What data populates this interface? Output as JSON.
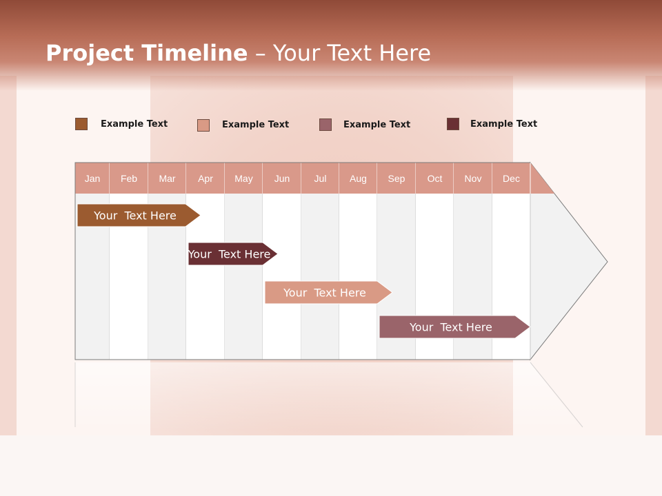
{
  "title": {
    "bold": "Project Timeline",
    "rest": " – Your Text Here"
  },
  "legend": [
    {
      "label": "Example Text",
      "color": "#9b5b30"
    },
    {
      "label": "Example Text",
      "color": "#d99a85"
    },
    {
      "label": "Example Text",
      "color": "#9a646a"
    },
    {
      "label": "Example Text",
      "color": "#6a3034"
    }
  ],
  "months": [
    "Jan",
    "Feb",
    "Mar",
    "Apr",
    "May",
    "Jun",
    "Jul",
    "Aug",
    "Sep",
    "Oct",
    "Nov",
    "Dec"
  ],
  "bars": [
    {
      "label": "Your  Text Here",
      "color": "#9b5b30",
      "start_month": "Jan",
      "end_month": "Apr"
    },
    {
      "label": "Your  Text Here",
      "color": "#6a3034",
      "start_month": "Apr",
      "end_month": "Jun"
    },
    {
      "label": "Your  Text Here",
      "color": "#d99a85",
      "start_month": "Jun",
      "end_month": "Sep"
    },
    {
      "label": "Your  Text Here",
      "color": "#9a646a",
      "start_month": "Sep",
      "end_month": "Dec"
    }
  ],
  "colors": {
    "month_header": "#d9998a",
    "stripe_light": "#f2f2f2",
    "stripe_white": "#ffffff",
    "arrow_head": "#f2f2f2",
    "border": "#7a7a7a"
  }
}
